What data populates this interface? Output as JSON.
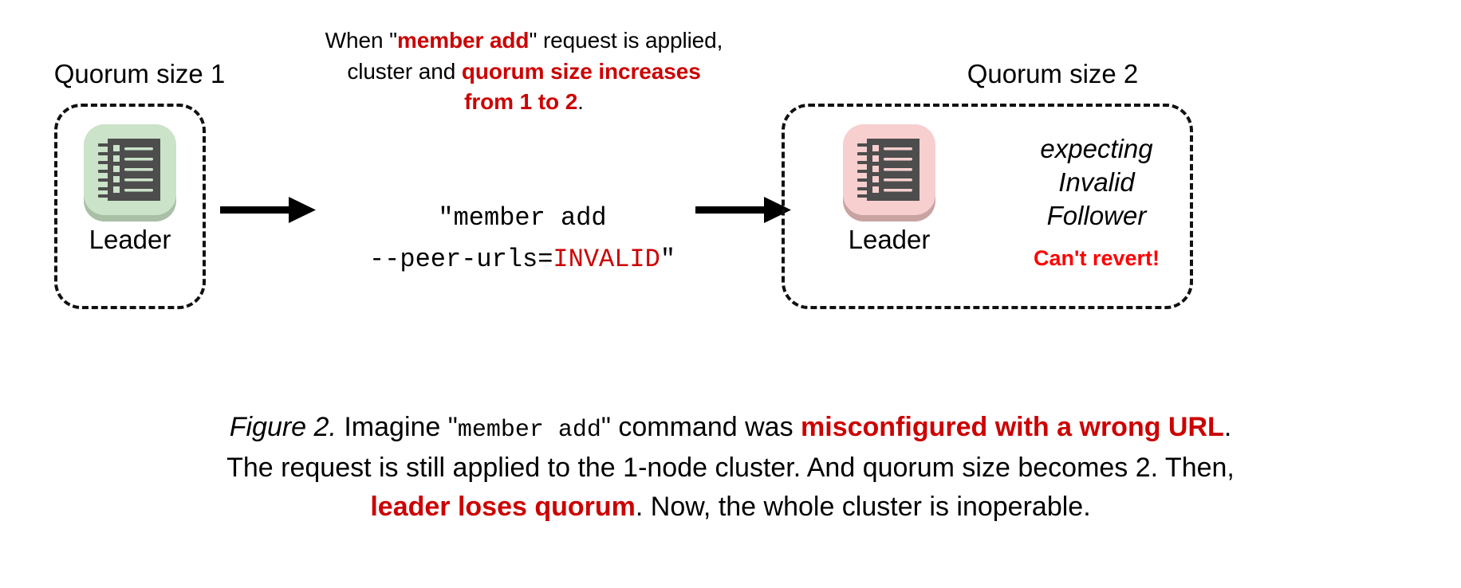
{
  "top_note": {
    "line1_pre": "When \"",
    "line1_strong": "member add",
    "line1_post": "\" request is applied,",
    "line2_pre": "cluster and ",
    "line2_strong": "quorum size increases",
    "line3_strong": "from 1 to 2",
    "line3_post": "."
  },
  "clusters": {
    "left": {
      "title": "Quorum size 1",
      "node_label": "Leader",
      "node_icon": "server-rack-icon",
      "node_color": "#CBE3C9",
      "node_shadow_color": "#A9BFA6",
      "node_glyph_color": "#4D4D4D"
    },
    "right": {
      "title": "Quorum size 2",
      "node_label": "Leader",
      "node_icon": "server-rack-icon",
      "node_color": "#F6CFCE",
      "node_shadow_color": "#C9A3A2",
      "node_glyph_color": "#4D4D4D",
      "status_lines": [
        "expecting",
        "Invalid",
        "Follower"
      ],
      "warning": "Can't revert!"
    }
  },
  "command": {
    "line1": "\"member add",
    "line2_pre": "--peer-urls=",
    "line2_invalid": "INVALID",
    "line2_post": "\""
  },
  "arrows": {
    "left_arrow": "arrow-right-icon",
    "right_arrow": "arrow-right-icon"
  },
  "caption": {
    "figure_label": "Figure 2.",
    "part1": " Imagine \"",
    "mono1": "member add",
    "part2": "\" command was ",
    "strong1": "misconfigured with a wrong URL",
    "part3": ".",
    "line2": "The request is still applied to the 1-node cluster. And quorum size becomes 2. Then,",
    "line3_strong": "leader loses quorum",
    "line3_post": ". Now, the whole cluster is inoperable."
  },
  "colors": {
    "accent_red": "#CC0000",
    "bright_red": "#FF0000",
    "ink": "#000000",
    "background": "#FFFFFF"
  }
}
